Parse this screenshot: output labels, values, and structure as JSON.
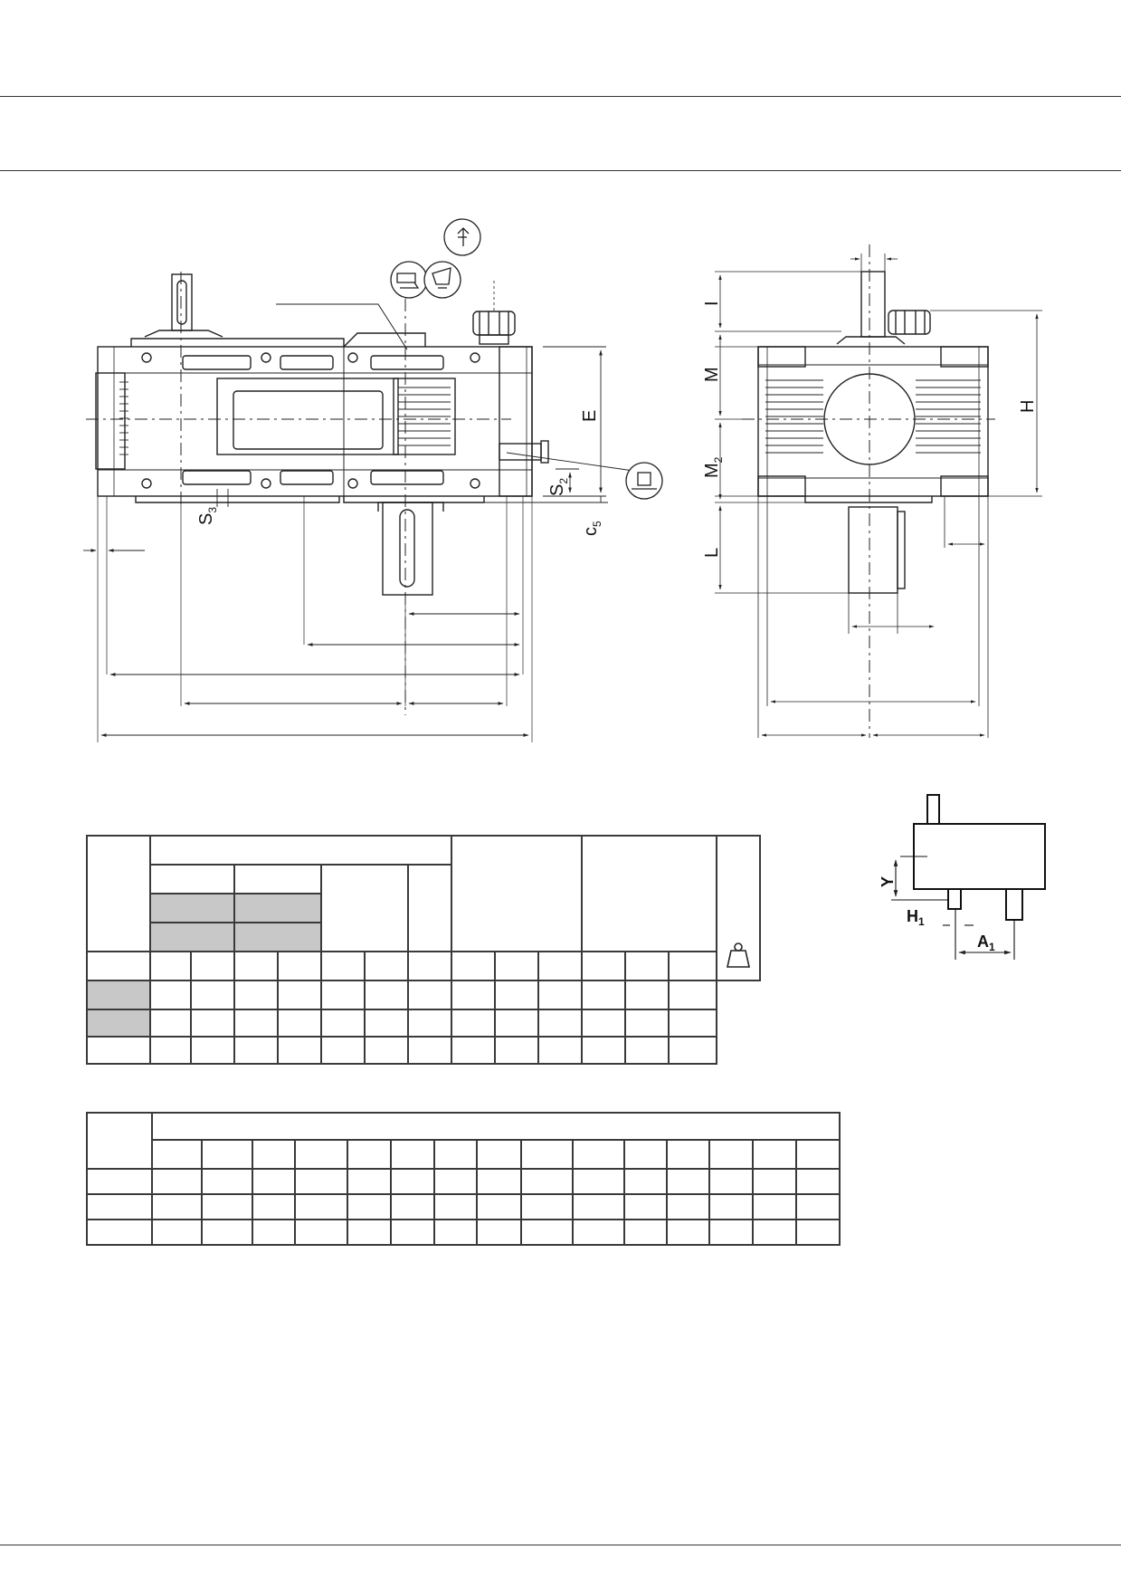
{
  "labels": {
    "I": "I",
    "M": "M",
    "M2": "M",
    "M2_sub": "2",
    "H": "H",
    "L": "L",
    "E": "E",
    "S2": "S",
    "S2_sub": "2",
    "S3": "S",
    "S3_sub": "3",
    "C5": "c",
    "C5_sub": "5",
    "Y": "Y",
    "H1": "H",
    "H1_sub": "1",
    "A1": "A",
    "A1_sub": "1"
  },
  "icons": [
    "breather-icon",
    "oil-fill-icon",
    "oil-level-icon",
    "drain-plug-icon",
    "weight-icon"
  ],
  "colors": {
    "line": "#3a3a3a",
    "shade": "#c8c8c8"
  }
}
